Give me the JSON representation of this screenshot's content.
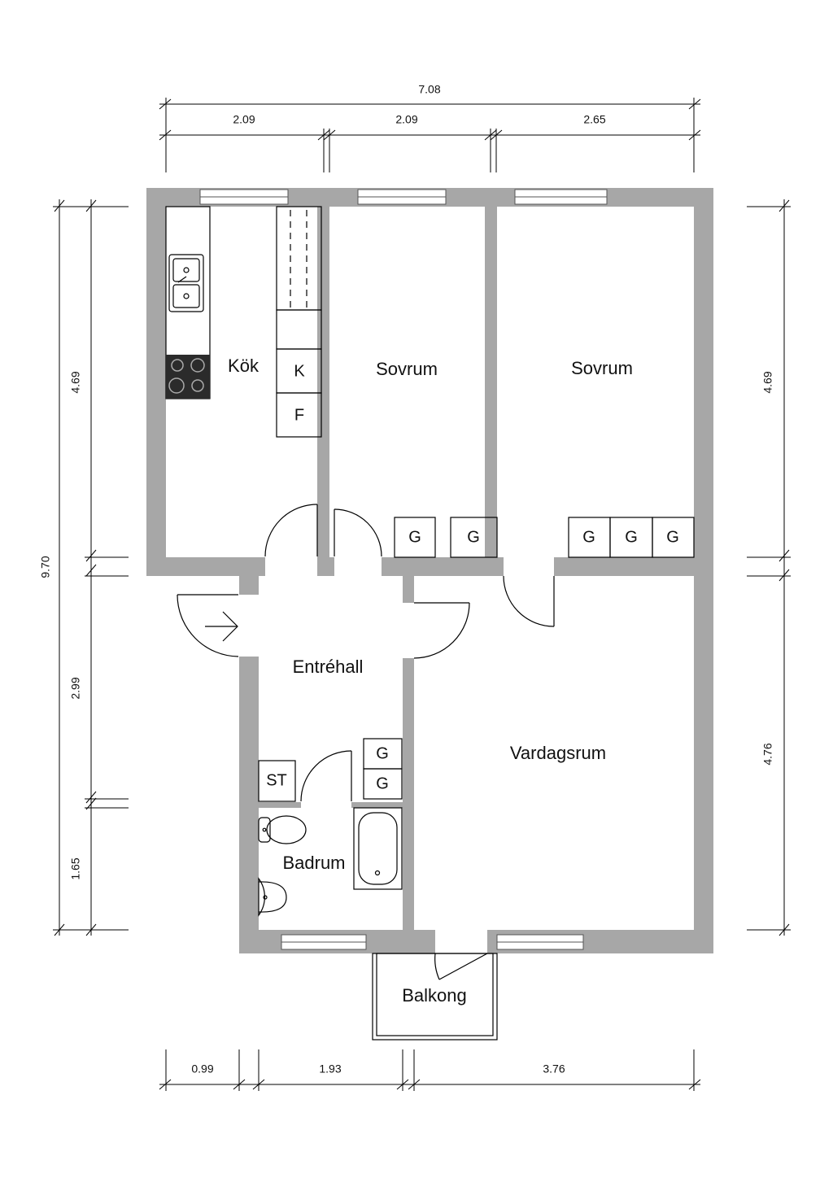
{
  "rooms": {
    "kitchen": "Kök",
    "bedroom_1": "Sovrum",
    "bedroom_2": "Sovrum",
    "hall": "Entréhall",
    "living": "Vardagsrum",
    "bathroom": "Badrum",
    "balcony": "Balkong"
  },
  "fixtures": {
    "fridge": "K",
    "freezer": "F",
    "storage": "ST",
    "wardrobe": "G"
  },
  "dimensions": {
    "top_total": "7.08",
    "top_1": "2.09",
    "top_2": "2.09",
    "top_3": "2.65",
    "left_total": "9.70",
    "left_1": "4.69",
    "left_2": "2.99",
    "left_3": "1.65",
    "right_1": "4.69",
    "right_2": "4.76",
    "bottom_1": "0.99",
    "bottom_2": "1.93",
    "bottom_3": "3.76"
  },
  "colors": {
    "wall": "#a7a7a7",
    "stove": "#2b2b2b",
    "background": "#ffffff"
  }
}
